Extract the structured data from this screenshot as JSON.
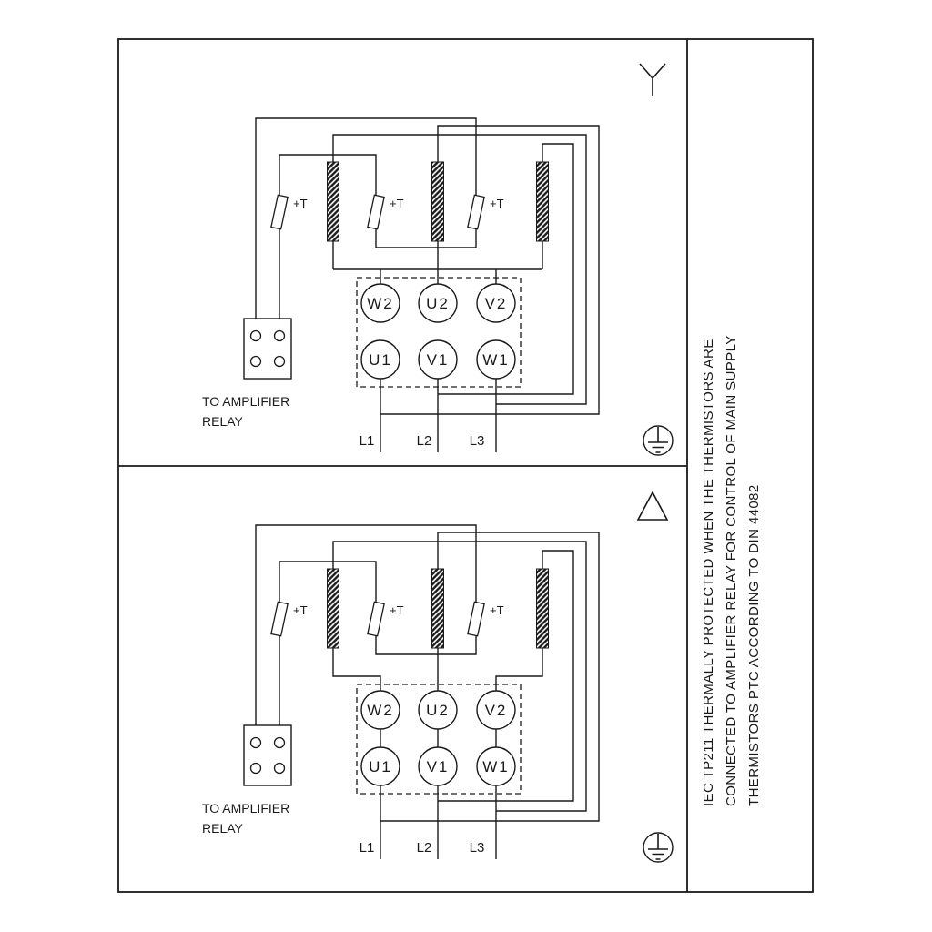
{
  "colors": {
    "ink": "#1a1a1a",
    "background": "#ffffff"
  },
  "panels": {
    "star": {
      "connection": "star",
      "terminals": {
        "w2": "W2",
        "u2": "U2",
        "v2": "V2",
        "u1": "U1",
        "v1": "V1",
        "w1": "W1"
      },
      "thermistor_labels": [
        "+T",
        "+T",
        "+T"
      ],
      "supply_labels": [
        "L1",
        "L2",
        "L3"
      ],
      "relay_caption": [
        "TO AMPLIFIER",
        "RELAY"
      ]
    },
    "delta": {
      "connection": "delta",
      "terminals": {
        "w2": "W2",
        "u2": "U2",
        "v2": "V2",
        "u1": "U1",
        "v1": "V1",
        "w1": "W1"
      },
      "thermistor_labels": [
        "+T",
        "+T",
        "+T"
      ],
      "supply_labels": [
        "L1",
        "L2",
        "L3"
      ],
      "relay_caption": [
        "TO AMPLIFIER",
        "RELAY"
      ]
    }
  },
  "sidebar": {
    "lines": [
      "IEC TP211 THERMALLY PROTECTED WHEN THE THERMISTORS ARE",
      "CONNECTED TO AMPLIFIER RELAY FOR CONTROL OF MAIN SUPPLY",
      "THERMISTORS PTC ACCORDING TO DIN 44082"
    ]
  }
}
